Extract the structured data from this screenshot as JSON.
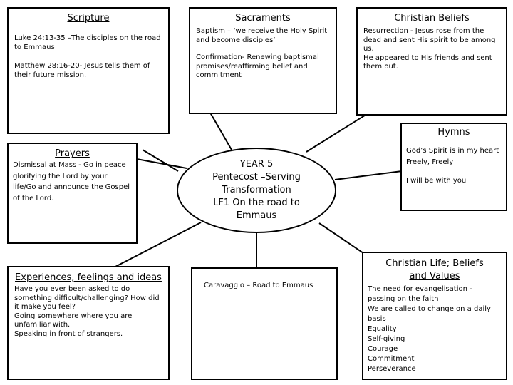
{
  "center": {
    "title": "YEAR 5",
    "lines": [
      "Pentecost –Serving",
      "Transformation",
      "LF1 On the road to",
      "Emmaus"
    ]
  },
  "scripture": {
    "title": "Scripture",
    "items": [
      "Luke 24:13-35 –The disciples on the road to Emmaus",
      "Matthew 28:16-20- Jesus tells them of their future mission."
    ]
  },
  "sacraments": {
    "title": "Sacraments",
    "items": [
      "Baptism – ‘we receive the Holy Spirit and become disciples’",
      "Confirmation- Renewing baptismal promises/reaffirming belief and commitment"
    ]
  },
  "beliefs": {
    "title": "Christian Beliefs",
    "items": [
      "Resurrection - Jesus rose from the dead and sent His spirit to be among us.",
      "He appeared to His friends and sent them out."
    ]
  },
  "hymns": {
    "title": "Hymns",
    "items": [
      "God’s Spirit is in my heart",
      "Freely, Freely",
      "I will be with you"
    ]
  },
  "prayers": {
    "title": "Prayers",
    "items": [
      "Dismissal at Mass - Go in peace glorifying the Lord by your life/Go and announce the Gospel of the Lord."
    ]
  },
  "experiences": {
    "title": "Experiences, feelings and ideas",
    "items": [
      "Have you ever been asked to do something difficult/challenging? How did it make you feel?",
      "Going somewhere where you are unfamiliar with.",
      "Speaking in front of strangers."
    ]
  },
  "art": {
    "items": [
      "Caravaggio – Road to Emmaus"
    ]
  },
  "life": {
    "title": "Christian Life; Beliefs and Values",
    "items": [
      "The need for evangelisation - passing on the faith",
      "We are called to change on a daily basis",
      "Equality",
      "Self-giving",
      "Courage",
      "Commitment",
      "Perseverance"
    ]
  }
}
